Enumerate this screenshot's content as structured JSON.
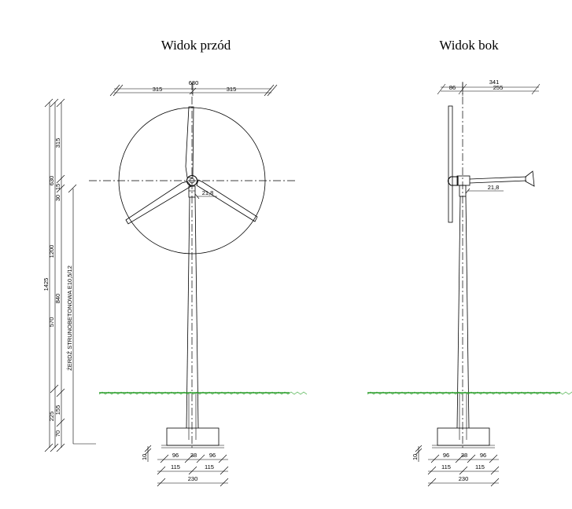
{
  "titles": {
    "front": "Widok przód",
    "side": "Widok bok"
  },
  "front": {
    "dims_top": {
      "total": "630",
      "left": "315",
      "right": "315"
    },
    "dims_left": {
      "d1425": "1425",
      "d1200": "1200",
      "d630": "630",
      "d315": "315",
      "d15": "15",
      "d30": "30",
      "d840": "840",
      "d570": "570",
      "d225": "225",
      "d155": "155",
      "d70": "70"
    },
    "pole_label": "ŻERDŹ STRUNOBETONOWA E10,5/12",
    "hub_dim": "21,8",
    "base": {
      "d10": "10",
      "a": "96",
      "b": "38",
      "c": "96",
      "half1": "115",
      "half2": "115",
      "total": "230"
    }
  },
  "side": {
    "dims_top": {
      "total": "341",
      "left": "86",
      "right": "255"
    },
    "hub_dim": "21,8",
    "base": {
      "d10": "10",
      "a": "96",
      "b": "38",
      "c": "96",
      "half1": "115",
      "half2": "115",
      "total": "230"
    }
  },
  "colors": {
    "ground": "#2a9a2a",
    "lines": "#000000"
  }
}
